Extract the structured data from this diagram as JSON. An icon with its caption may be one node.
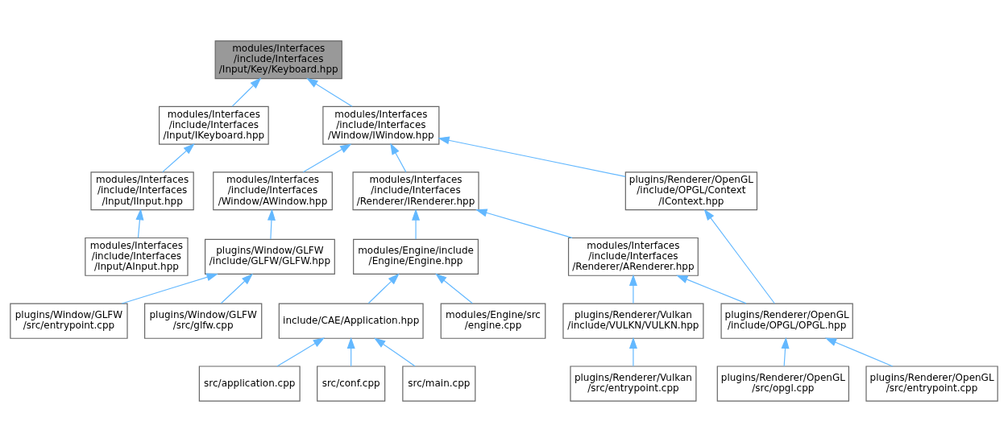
{
  "diagram": {
    "nodes": [
      {
        "text": [
          "modules/Interfaces /include/Interfaces /Input/Key/Keyboard.hpp"
        ]
      },
      {
        "text": [
          "modules/Interfaces /include/Interfaces /Input/IKeyboard.hpp"
        ]
      },
      {
        "text": [
          "modules/Interfaces /include/Interfaces /Window/IWindow.hpp"
        ]
      },
      {
        "text": [
          "modules/Interfaces /include/Interfaces /Input/IInput.hpp"
        ]
      },
      {
        "text": [
          "modules/Interfaces /include/Interfaces /Window/AWindow.hpp"
        ]
      },
      {
        "text": [
          "plugins/Renderer/OpenGL /include/OPGL/Context /IContext.hpp"
        ]
      },
      {
        "text": [
          "modules/Interfaces /include/Interfaces /Renderer/IRenderer.hpp"
        ]
      },
      {
        "text": [
          "modules/Interfaces /include/Interfaces /Input/AInput.hpp"
        ]
      },
      {
        "text": [
          "plugins/Window/GLFW /include/GLFW/GLFW.hpp"
        ]
      },
      {
        "text": [
          "modules/Interfaces /include/Interfaces /Renderer/ARenderer.hpp"
        ]
      },
      {
        "text": [
          "modules/Engine/include /Engine/Engine.hpp"
        ]
      },
      {
        "text": [
          "plugins/Window/GLFW /src/entrypoint.cpp"
        ]
      },
      {
        "text": [
          "plugins/Window/GLFW /src/glfw.cpp"
        ]
      },
      {
        "text": [
          "plugins/Renderer/OpenGL /include/OPGL/OPGL.hpp"
        ]
      },
      {
        "text": [
          "plugins/Renderer/Vulkan /include/VULKN/VULKN.hpp"
        ]
      },
      {
        "text": [
          "include/CAE/Application.hpp"
        ]
      },
      {
        "text": [
          "modules/Engine/src /engine.cpp"
        ]
      },
      {
        "text": [
          "plugins/Renderer/OpenGL /src/opgl.cpp"
        ]
      },
      {
        "text": [
          "plugins/Renderer/OpenGL /src/entrypoint.cpp"
        ]
      },
      {
        "text": [
          "plugins/Renderer/Vulkan /src/entrypoint.cpp"
        ]
      },
      {
        "text": [
          "src/application.cpp"
        ]
      },
      {
        "text": [
          "src/conf.cpp"
        ]
      },
      {
        "text": [
          "src/main.cpp"
        ]
      }
    ],
    "edges": [
      {
        "from": 1,
        "to": 0,
        "arrow": "to"
      },
      {
        "from": 2,
        "to": 0,
        "arrow": "to"
      },
      {
        "from": 3,
        "to": 1,
        "arrow": "to"
      },
      {
        "from": 4,
        "to": 2,
        "arrow": "to"
      },
      {
        "from": 5,
        "to": 2,
        "arrow": "to"
      },
      {
        "from": 6,
        "to": 2,
        "arrow": "to"
      },
      {
        "from": 7,
        "to": 3,
        "arrow": "to"
      },
      {
        "from": 8,
        "to": 4,
        "arrow": "to"
      },
      {
        "from": 9,
        "to": 6,
        "arrow": "to"
      },
      {
        "from": 10,
        "to": 6,
        "arrow": "to"
      },
      {
        "from": 11,
        "to": 8,
        "arrow": "to"
      },
      {
        "from": 12,
        "to": 8,
        "arrow": "to"
      },
      {
        "from": 13,
        "to": 9,
        "arrow": "to"
      },
      {
        "from": 13,
        "to": 5,
        "arrow": "to"
      },
      {
        "from": 14,
        "to": 9,
        "arrow": "to"
      },
      {
        "from": 15,
        "to": 10,
        "arrow": "to"
      },
      {
        "from": 16,
        "to": 10,
        "arrow": "to"
      },
      {
        "from": 17,
        "to": 13,
        "arrow": "to"
      },
      {
        "from": 18,
        "to": 13,
        "arrow": "to"
      },
      {
        "from": 19,
        "to": 14,
        "arrow": "to"
      },
      {
        "from": 20,
        "to": 15,
        "arrow": "to"
      },
      {
        "from": 21,
        "to": 15,
        "arrow": "to"
      },
      {
        "from": 22,
        "to": 15,
        "arrow": "to"
      }
    ]
  }
}
